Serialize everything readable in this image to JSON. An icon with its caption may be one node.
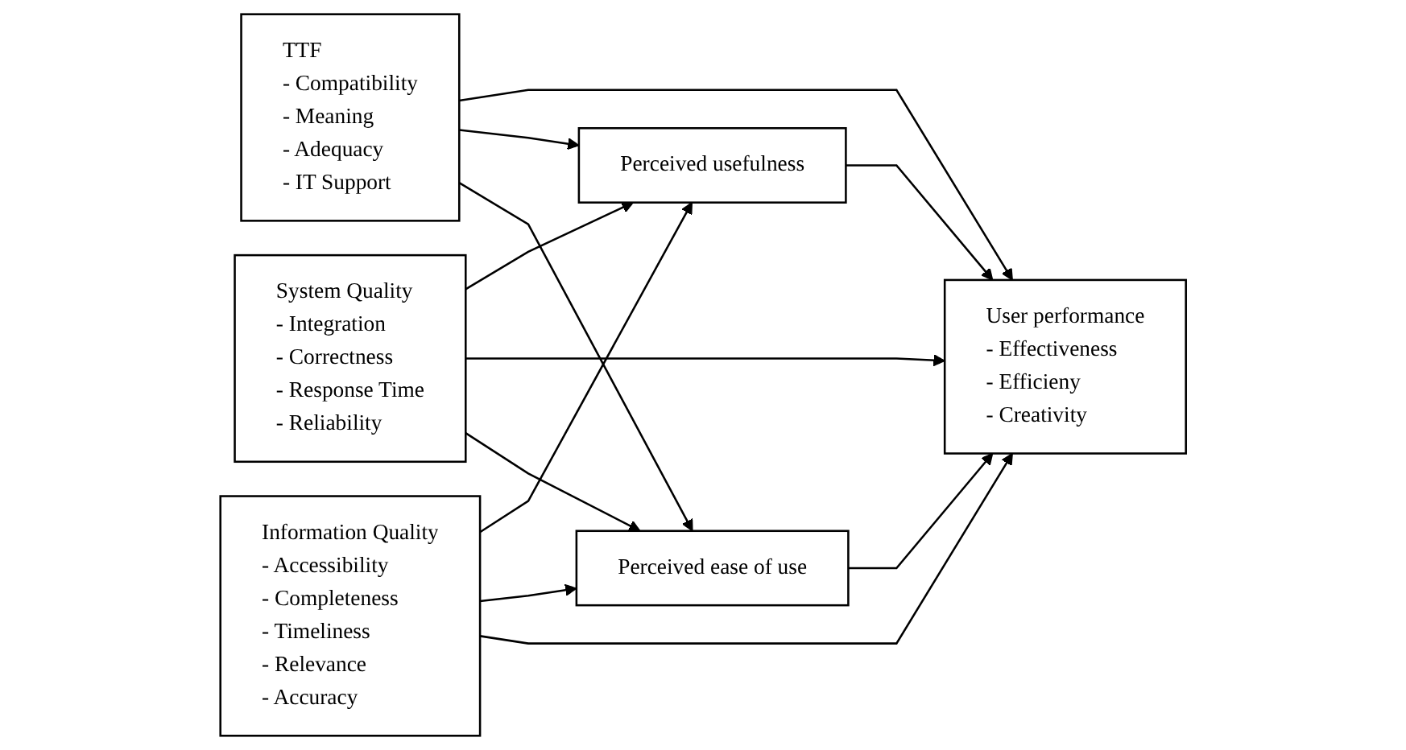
{
  "diagram": {
    "nodes": [
      {
        "text": [
          "TTF",
          "- Compatibility",
          "- Meaning",
          "- Adequacy",
          "- IT Support"
        ]
      },
      {
        "text": [
          "System Quality",
          "- Integration",
          "- Correctness",
          "- Response Time",
          "- Reliability"
        ]
      },
      {
        "text": [
          "Information Quality",
          "- Accessibility",
          "- Completeness",
          "- Timeliness",
          "- Relevance",
          "- Accuracy"
        ]
      },
      {
        "text": [
          "Perceived usefulness"
        ]
      },
      {
        "text": [
          "Perceived ease of use"
        ]
      },
      {
        "text": [
          "User performance",
          "- Effectiveness",
          "- Efficieny",
          "- Creativity"
        ]
      }
    ],
    "edges": [
      {
        "from": 0,
        "to": 5,
        "arrow": "to"
      },
      {
        "from": 0,
        "to": 3,
        "arrow": "to"
      },
      {
        "from": 0,
        "to": 4,
        "arrow": "to"
      },
      {
        "from": 2,
        "to": 3,
        "arrow": "to"
      },
      {
        "from": 1,
        "to": 3,
        "arrow": "to"
      },
      {
        "from": 1,
        "to": 5,
        "arrow": "to"
      },
      {
        "from": 1,
        "to": 4,
        "arrow": "to"
      },
      {
        "from": 2,
        "to": 4,
        "arrow": "to"
      },
      {
        "from": 2,
        "to": 5,
        "arrow": "to"
      },
      {
        "from": 3,
        "to": 5,
        "arrow": "to"
      },
      {
        "from": 4,
        "to": 5,
        "arrow": "to"
      }
    ]
  }
}
